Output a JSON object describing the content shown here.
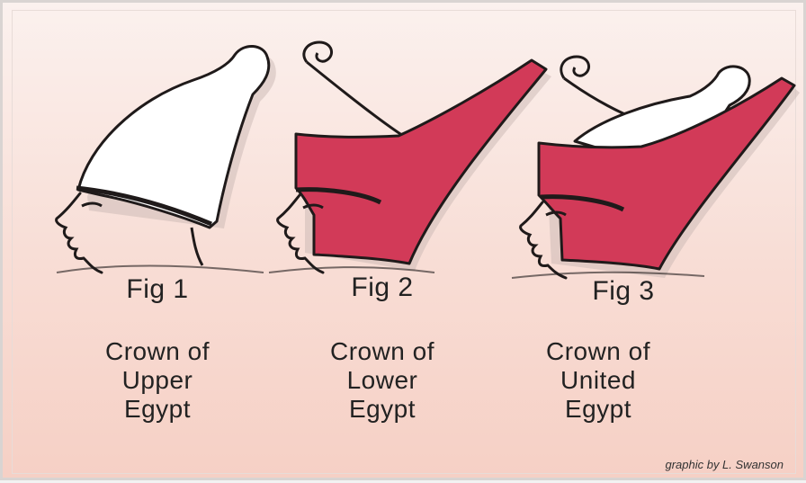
{
  "figures": [
    {
      "label": "Fig 1",
      "caption": [
        "Crown of",
        "Upper",
        "Egypt"
      ],
      "crown": "white-crown-icon"
    },
    {
      "label": "Fig 2",
      "caption": [
        "Crown of",
        "Lower",
        "Egypt"
      ],
      "crown": "red-crown-icon"
    },
    {
      "label": "Fig 3",
      "caption": [
        "Crown of",
        "United",
        "Egypt"
      ],
      "crown": "double-crown-icon"
    }
  ],
  "credit": "graphic by L. Swanson",
  "colors": {
    "red_crown": "#d23a58",
    "white_crown": "#ffffff",
    "outline": "#1f1a1a",
    "background_top": "#fbf1ee",
    "background_bottom": "#f6d0c5"
  }
}
